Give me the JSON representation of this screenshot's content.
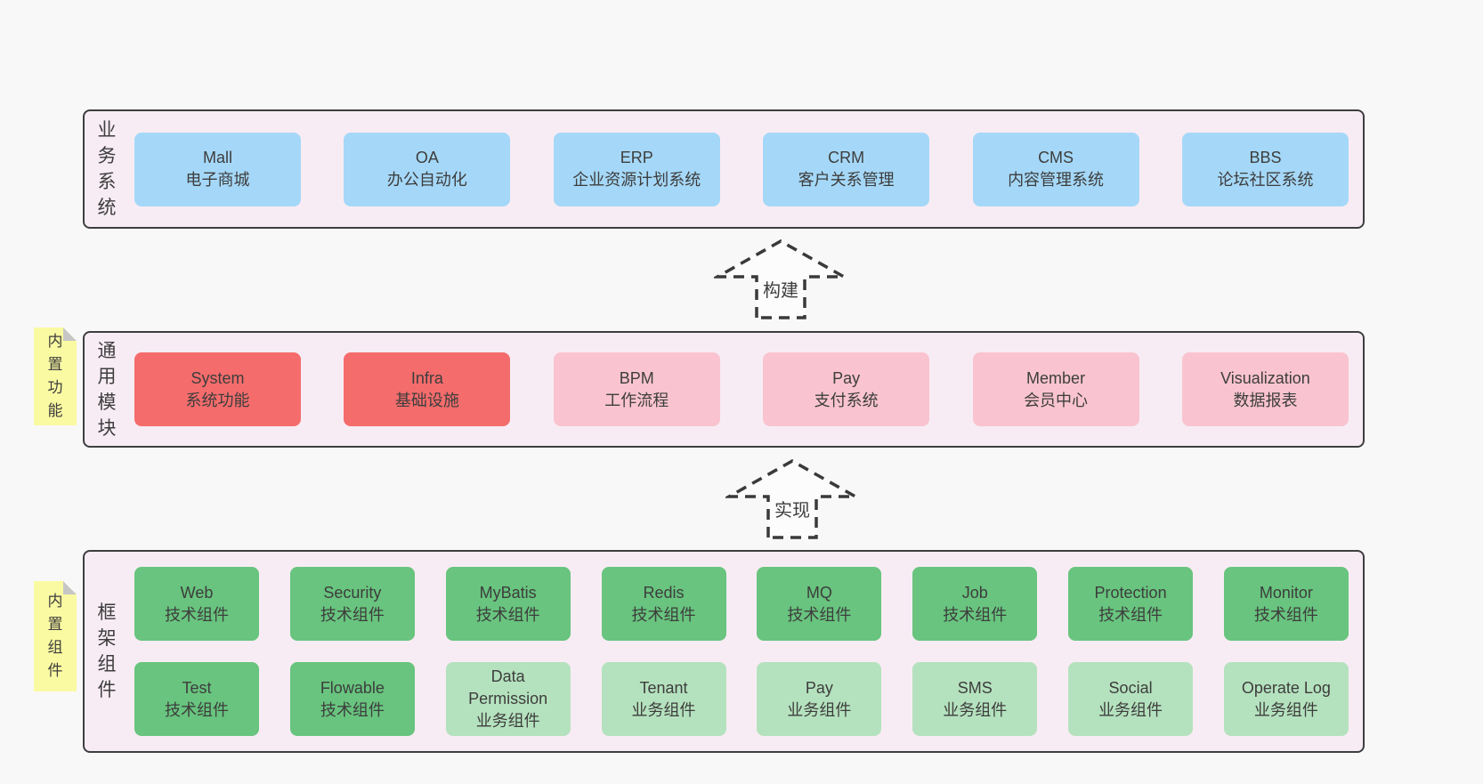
{
  "layers": [
    {
      "label": "业务系统",
      "boxes": [
        {
          "name": "Mall",
          "desc": "电子商城"
        },
        {
          "name": "OA",
          "desc": "办公自动化"
        },
        {
          "name": "ERP",
          "desc": "企业资源计划系统"
        },
        {
          "name": "CRM",
          "desc": "客户关系管理"
        },
        {
          "name": "CMS",
          "desc": "内容管理系统"
        },
        {
          "name": "BBS",
          "desc": "论坛社区系统"
        }
      ]
    },
    {
      "label": "通用模块",
      "boxes": [
        {
          "name": "System",
          "desc": "系统功能"
        },
        {
          "name": "Infra",
          "desc": "基础设施"
        },
        {
          "name": "BPM",
          "desc": "工作流程"
        },
        {
          "name": "Pay",
          "desc": "支付系统"
        },
        {
          "name": "Member",
          "desc": "会员中心"
        },
        {
          "name": "Visualization",
          "desc": "数据报表"
        }
      ]
    },
    {
      "label": "框架组件",
      "rows": [
        [
          {
            "name": "Web",
            "desc": "技术组件"
          },
          {
            "name": "Security",
            "desc": "技术组件"
          },
          {
            "name": "MyBatis",
            "desc": "技术组件"
          },
          {
            "name": "Redis",
            "desc": "技术组件"
          },
          {
            "name": "MQ",
            "desc": "技术组件"
          },
          {
            "name": "Job",
            "desc": "技术组件"
          },
          {
            "name": "Protection",
            "desc": "技术组件"
          },
          {
            "name": "Monitor",
            "desc": "技术组件"
          }
        ],
        [
          {
            "name": "Test",
            "desc": "技术组件"
          },
          {
            "name": "Flowable",
            "desc": "技术组件"
          },
          {
            "name": "Data Permission",
            "desc": "业务组件"
          },
          {
            "name": "Tenant",
            "desc": "业务组件"
          },
          {
            "name": "Pay",
            "desc": "业务组件"
          },
          {
            "name": "SMS",
            "desc": "业务组件"
          },
          {
            "name": "Social",
            "desc": "业务组件"
          },
          {
            "name": "Operate Log",
            "desc": "业务组件"
          }
        ]
      ]
    }
  ],
  "arrows": [
    {
      "label": "构建"
    },
    {
      "label": "实现"
    }
  ],
  "notes": [
    {
      "label": "内置功能"
    },
    {
      "label": "内置组件"
    }
  ],
  "colors": {
    "page_bg": "#f8f8f8",
    "layer_bg": "#f8ecf4",
    "layer_border": "#3e3e3e",
    "business_box": "#a5d8f8",
    "core_module_box": "#f56c6c",
    "optional_module_box": "#f9c4cf",
    "tech_component_box": "#68c47e",
    "biz_component_box": "#b5e2be",
    "note_bg": "#fafaa2",
    "note_fold": "#c6c6c6",
    "text": "#3d3d3d"
  }
}
